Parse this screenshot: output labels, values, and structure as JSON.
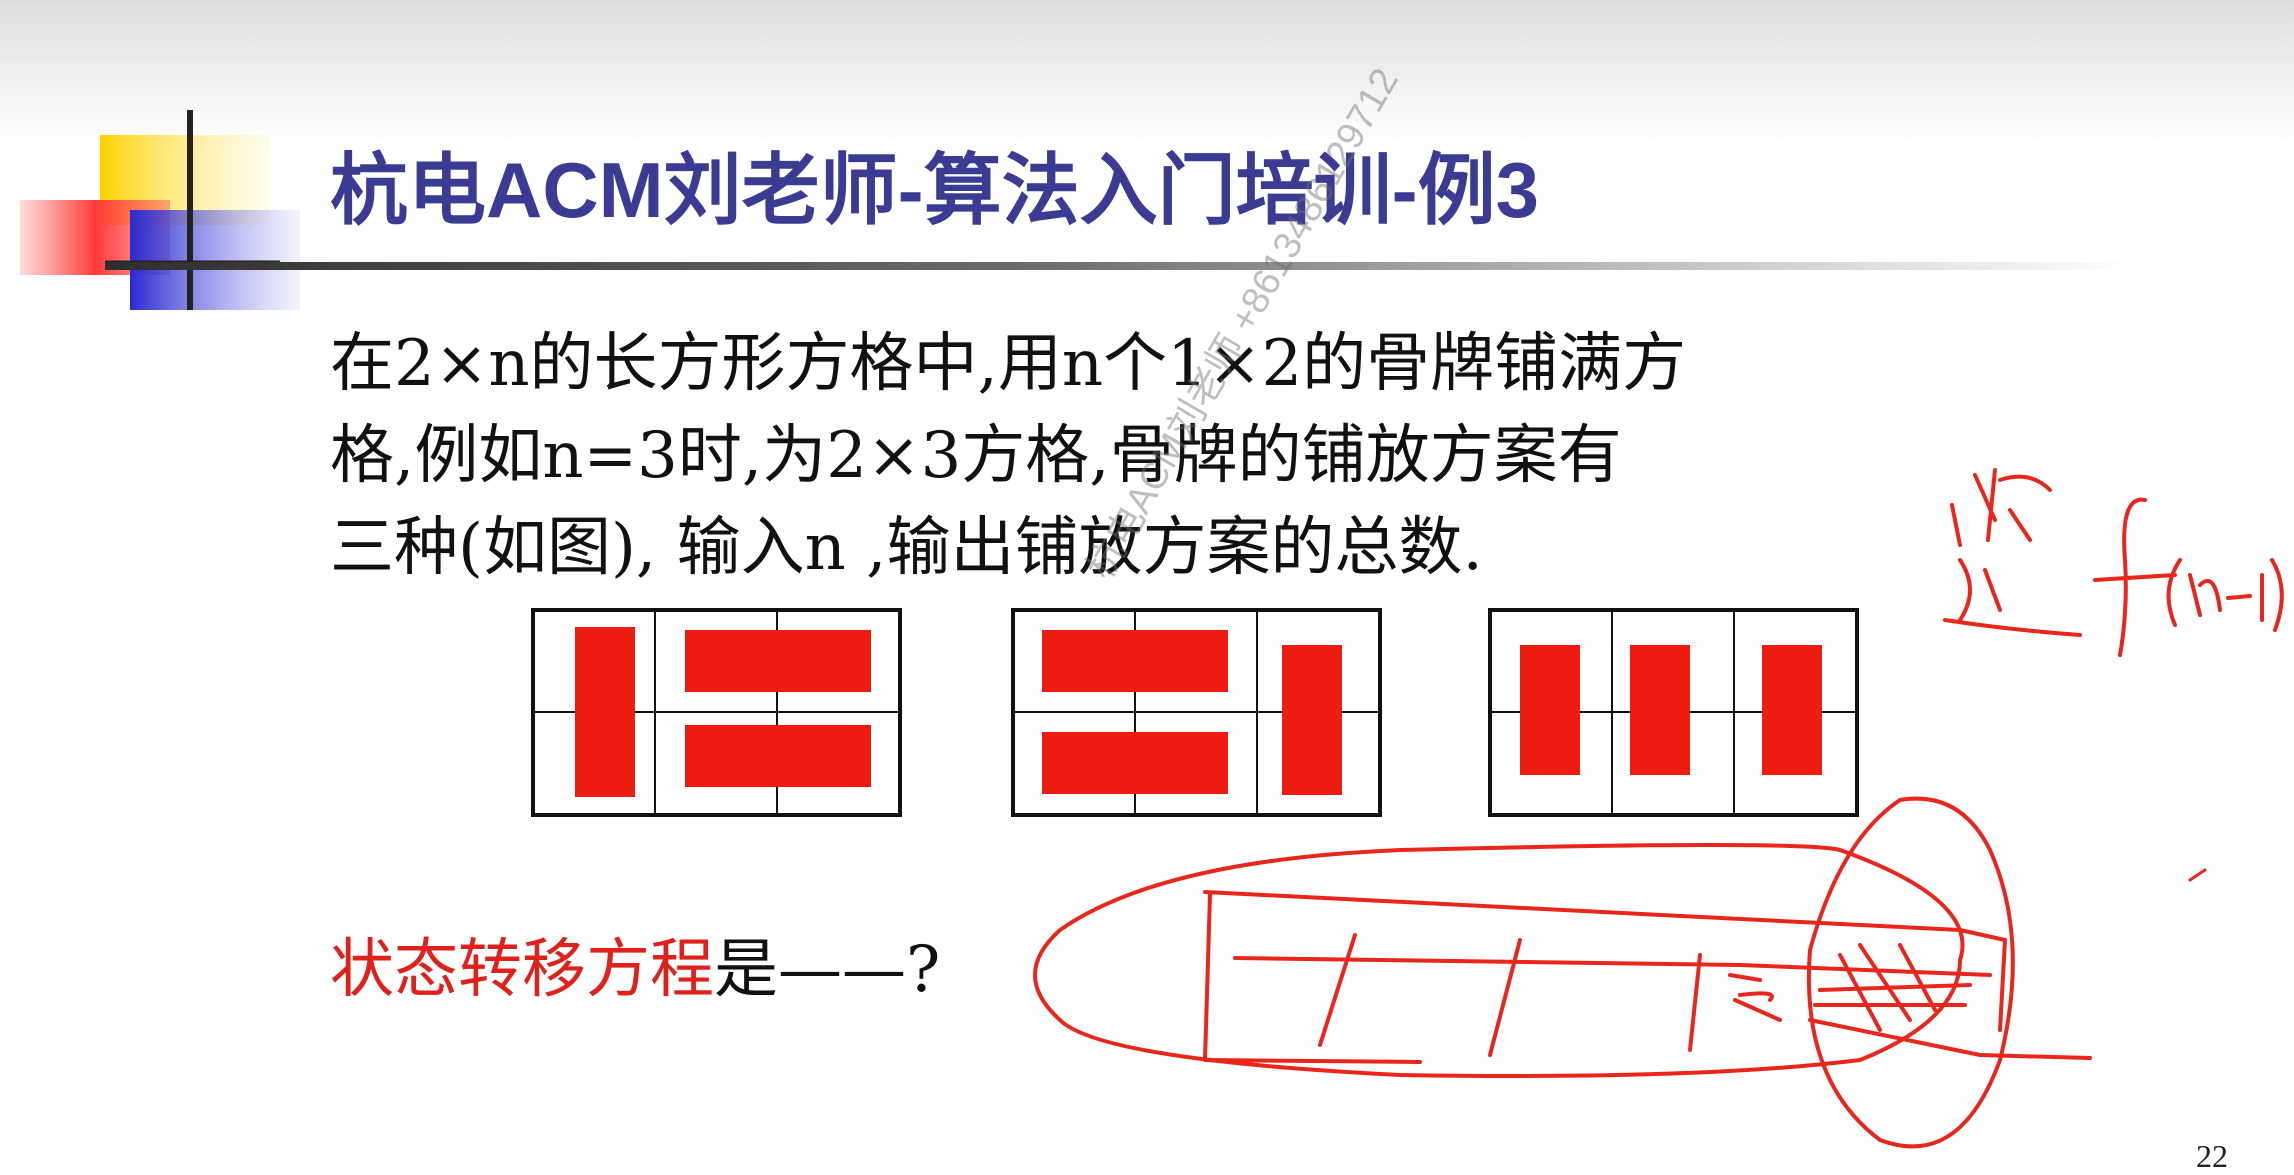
{
  "slide": {
    "title": "杭电ACM刘老师-算法入门培训-例3",
    "problem_lines": [
      "在2×n的长方形方格中,用n个1×2的骨牌铺满方",
      "格,例如n=3时,为2×3方格,骨牌的铺放方案有",
      "三种(如图), 输入n ,输出铺放方案的总数."
    ],
    "question_red": "状态转移方程",
    "question_rest": "是——?",
    "watermark": "杭电ACM刘老师 +8613486129712",
    "page_number": "22",
    "handwriting": {
      "label_word": "竖",
      "formula": "f(n-1)"
    }
  },
  "colors": {
    "title": "#3a3c94",
    "domino": "#ee1c10",
    "question_highlight": "#e0211b",
    "ink": "#e8261c"
  },
  "tilings": [
    {
      "layout": "vertical + two horizontal"
    },
    {
      "layout": "two horizontal + vertical"
    },
    {
      "layout": "three vertical"
    }
  ]
}
